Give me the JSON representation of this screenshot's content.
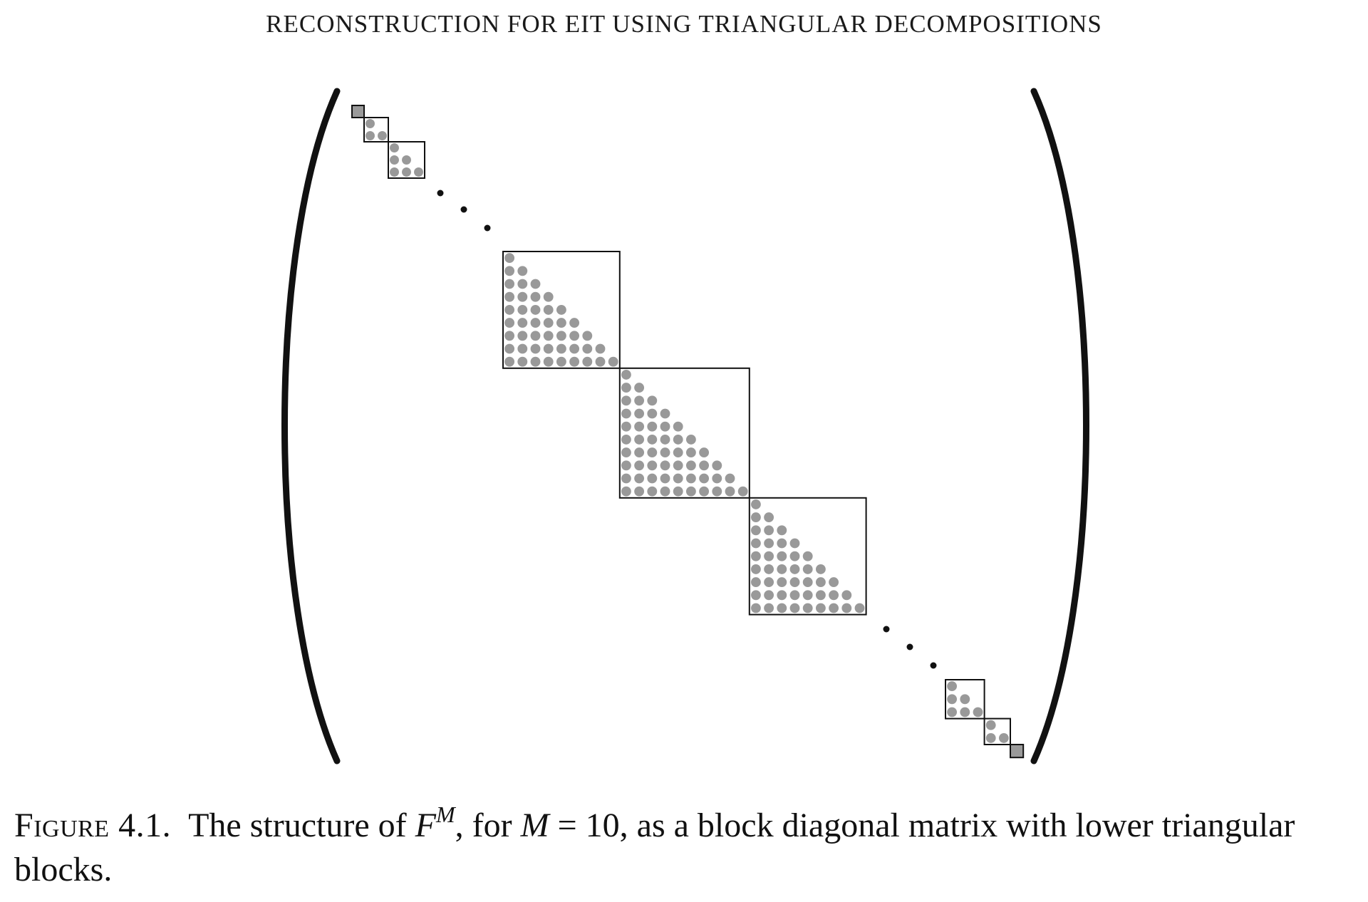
{
  "header": {
    "running_title": "RECONSTRUCTION FOR EIT USING TRIANGULAR DECOMPOSITIONS"
  },
  "figure": {
    "colors": {
      "ink": "#111111",
      "dot": "#999999",
      "small_fill": "#9a9a9a"
    },
    "diagram": {
      "blocks_top": [
        1,
        2,
        3
      ],
      "blocks_middle": [
        9,
        10,
        9
      ],
      "blocks_bottom": [
        3,
        2,
        1
      ]
    }
  },
  "caption": {
    "label": "Figure 4.1.",
    "text_1": "The structure of ",
    "sym_F": "F",
    "sup_M": "M",
    "text_2": ", for ",
    "sym_M": "M",
    "text_3": " = 10, as a block diagonal matrix with lower triangular blocks."
  }
}
